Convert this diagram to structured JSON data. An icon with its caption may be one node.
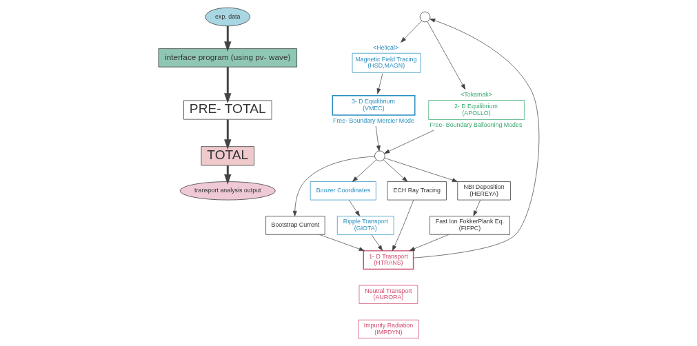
{
  "diagram": {
    "nodes": [
      {
        "text": [
          "exp. data"
        ]
      },
      {
        "text": [
          "interface program (using pv- wave)"
        ]
      },
      {
        "text": [
          "PRE- TOTAL"
        ]
      },
      {
        "text": [
          "TOTAL"
        ]
      },
      {
        "text": [
          "transport analysis output"
        ]
      },
      {
        "text": [],
        "shape": "circle"
      },
      {
        "text": [
          "Magnetic Field Tracing",
          "(HSD,MAGN)"
        ],
        "beside": [
          "<Helical>"
        ]
      },
      {
        "text": [
          "2- D Equilibrium",
          "(APOLLO)"
        ],
        "beside": [
          "<Tokamak>",
          "Free- Boundary Ballooning Modes"
        ]
      },
      {
        "text": [
          "3- D Equilibrium",
          "(VMEC)"
        ],
        "beside": [
          "Free- Boundary Mercier Mode"
        ]
      },
      {
        "text": [],
        "shape": "circle"
      },
      {
        "text": [
          "Bootstrap Current"
        ]
      },
      {
        "text": [
          "Boozer Coordinates"
        ]
      },
      {
        "text": [
          "ECH Ray Tracing"
        ]
      },
      {
        "text": [
          "NBI Deposition",
          "(HEREYA)"
        ]
      },
      {
        "text": [
          "Ripple Transport",
          "(GIOTA)"
        ]
      },
      {
        "text": [
          "Fast Ion FokkerPlank Eq.",
          "(FIFPC)"
        ]
      },
      {
        "text": [
          "1- D Transport",
          "(HTRANS)"
        ]
      },
      {
        "text": [
          "Neutral Transport",
          "(AURORA)"
        ]
      },
      {
        "text": [
          "Impurity Radiation",
          "(IMPDYN)"
        ]
      }
    ],
    "edges": [
      {
        "from": 0,
        "to": 1,
        "arrow": "to",
        "style": "thick"
      },
      {
        "from": 1,
        "to": 2,
        "arrow": "to",
        "style": "thick"
      },
      {
        "from": 2,
        "to": 3,
        "arrow": "to",
        "style": "thick"
      },
      {
        "from": 3,
        "to": 4,
        "arrow": "to",
        "style": "thick"
      },
      {
        "from": 5,
        "to": 6,
        "arrow": "to"
      },
      {
        "from": 5,
        "to": 7,
        "arrow": "to"
      },
      {
        "from": 6,
        "to": 8,
        "arrow": "to"
      },
      {
        "from": 8,
        "to": 9,
        "arrow": "to"
      },
      {
        "from": 7,
        "to": 9,
        "arrow": "to"
      },
      {
        "from": 9,
        "to": 10,
        "arrow": "to"
      },
      {
        "from": 9,
        "to": 11,
        "arrow": "to"
      },
      {
        "from": 9,
        "to": 12,
        "arrow": "to"
      },
      {
        "from": 9,
        "to": 13,
        "arrow": "to"
      },
      {
        "from": 11,
        "to": 14,
        "arrow": "to"
      },
      {
        "from": 13,
        "to": 15,
        "arrow": "to"
      },
      {
        "from": 10,
        "to": 16,
        "arrow": "to"
      },
      {
        "from": 14,
        "to": 16,
        "arrow": "to"
      },
      {
        "from": 12,
        "to": 16,
        "arrow": "to"
      },
      {
        "from": 15,
        "to": 16,
        "arrow": "to"
      },
      {
        "from": 16,
        "to": 5,
        "arrow": "to"
      }
    ]
  }
}
